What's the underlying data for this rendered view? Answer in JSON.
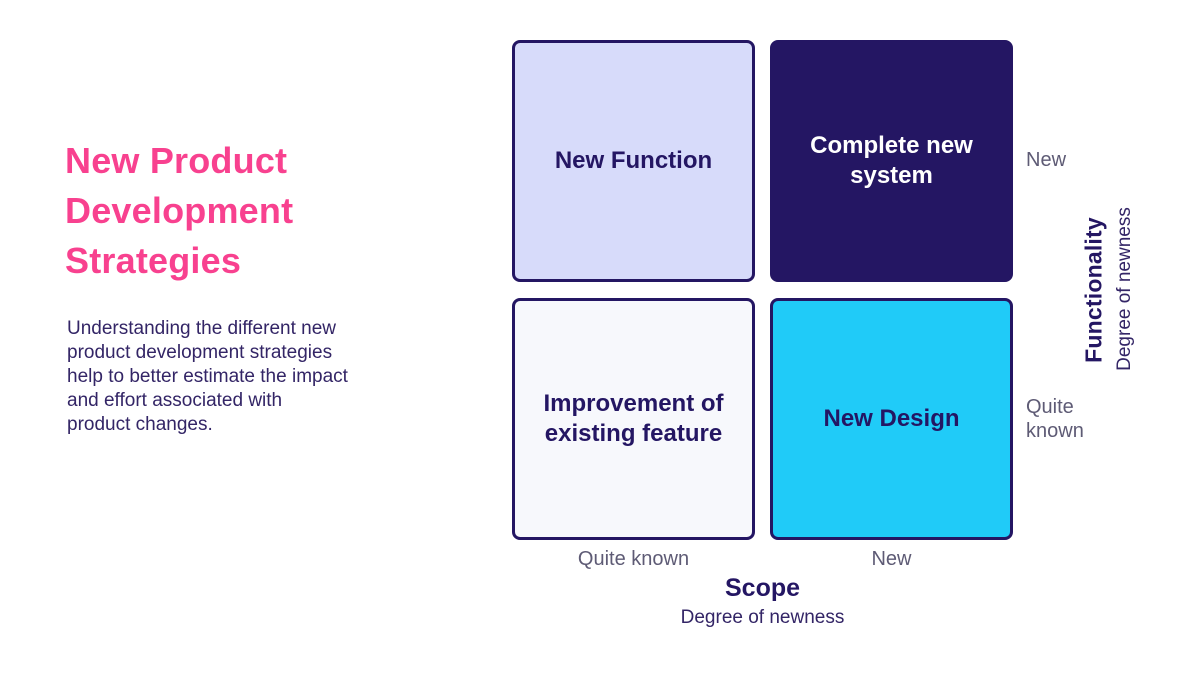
{
  "colors": {
    "accent_pink": "#F8418F",
    "dark_navy": "#241663",
    "body_text": "#332566",
    "tick_gray": "#5E5B75",
    "lavender_fill": "#D7DBFA",
    "near_white_fill": "#F7F8FC",
    "cyan_fill": "#20CBF8",
    "background": "#FFFFFF"
  },
  "intro": {
    "title": "New Product Development Strategies",
    "description_lines": [
      "Understanding the different new",
      "product development strategies",
      "help to better estimate the impact",
      "and effort associated with",
      "product changes."
    ]
  },
  "matrix": {
    "quadrants": [
      {
        "id": "new-function",
        "label": "New Function",
        "fill": "#D7DBFA",
        "text_color": "#241663"
      },
      {
        "id": "complete-new-system",
        "label": "Complete new system",
        "fill": "#241663",
        "text_color": "#FFFFFF"
      },
      {
        "id": "improvement-of-existing-feature",
        "label": "Improvement of existing feature",
        "fill": "#F7F8FC",
        "text_color": "#241663"
      },
      {
        "id": "new-design",
        "label": "New Design",
        "fill": "#20CBF8",
        "text_color": "#241663"
      }
    ],
    "y_axis": {
      "title": "Functionality",
      "subtitle": "Degree of newness",
      "top_tick": "New",
      "bottom_tick": "Quite known"
    },
    "x_axis": {
      "title": "Scope",
      "subtitle": "Degree of newness",
      "left_tick": "Quite known",
      "right_tick": "New"
    }
  }
}
